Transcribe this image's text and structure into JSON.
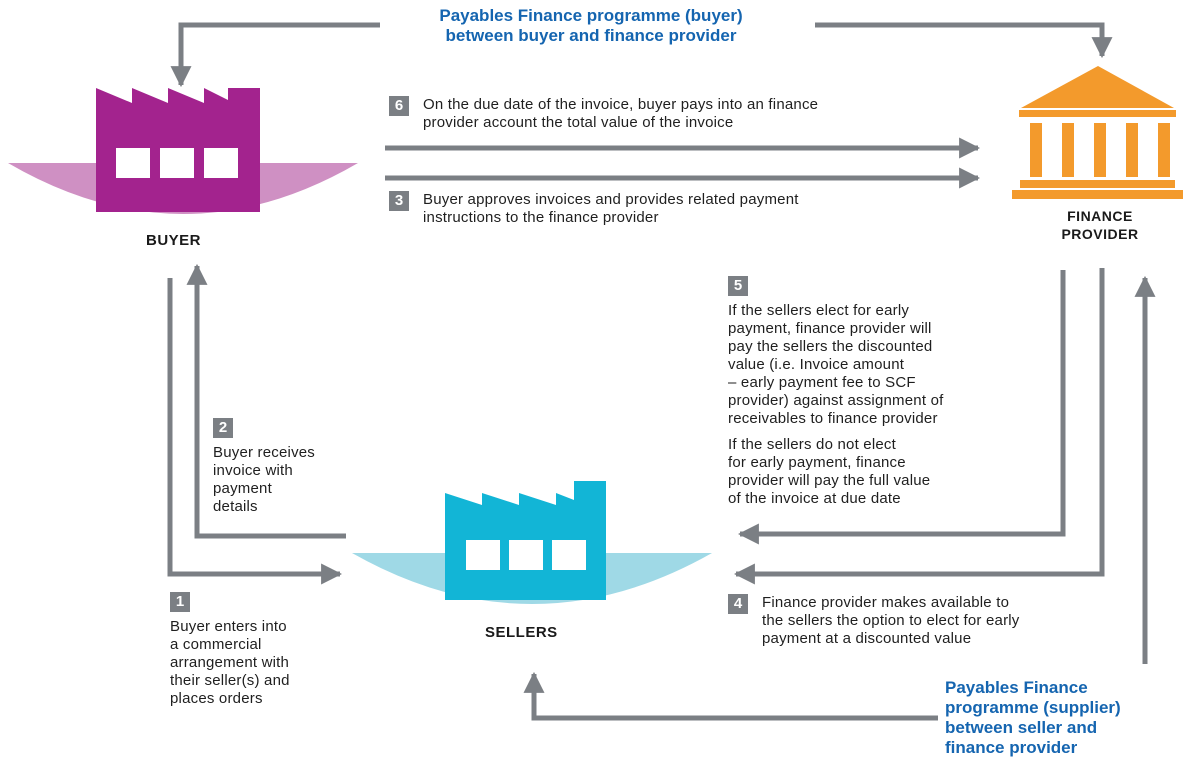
{
  "colors": {
    "arrow": "#7b7f84",
    "buyer_factory": "#a3238e",
    "buyer_bowl": "#cf90c3",
    "seller_factory": "#12b5d6",
    "seller_bowl": "#9fd9e6",
    "bank": "#f39a2c",
    "programme_text": "#1565b0"
  },
  "icons": {
    "buyer": "factory-icon",
    "sellers": "factory-icon",
    "finance_provider": "bank-icon"
  },
  "nodes": {
    "buyer": "BUYER",
    "sellers": "SELLERS",
    "finance_provider": [
      "FINANCE",
      "PROVIDER"
    ]
  },
  "programmes": {
    "buyer": [
      "Payables Finance programme (buyer)",
      "between buyer and finance provider"
    ],
    "supplier": [
      "Payables Finance",
      "programme (supplier)",
      "between seller and",
      "finance provider"
    ]
  },
  "steps": {
    "s1": {
      "num": "1",
      "lines": [
        "Buyer enters into",
        "a commercial",
        "arrangement with",
        "their seller(s) and",
        "places orders"
      ]
    },
    "s2": {
      "num": "2",
      "lines": [
        "Buyer receives",
        "invoice with",
        "payment",
        "details"
      ]
    },
    "s3": {
      "num": "3",
      "lines": [
        "Buyer approves invoices and provides related payment",
        "instructions to the finance provider"
      ]
    },
    "s4": {
      "num": "4",
      "lines": [
        "Finance provider makes available to",
        "the sellers the option to elect for early",
        "payment at a discounted value"
      ]
    },
    "s5": {
      "num": "5",
      "lines": [
        "If the sellers elect for early",
        "payment, finance provider will",
        "pay the sellers the discounted",
        "value (i.e. Invoice amount",
        "– early payment fee to SCF",
        "provider) against assignment of",
        "receivables to finance provider"
      ],
      "lines_b": [
        "If the sellers do not elect",
        "for early payment, finance",
        "provider will pay the full value",
        "of the invoice at due date"
      ]
    },
    "s6": {
      "num": "6",
      "lines": [
        "On the due date of the invoice, buyer pays into an finance",
        "provider account the total value of the invoice"
      ]
    }
  }
}
